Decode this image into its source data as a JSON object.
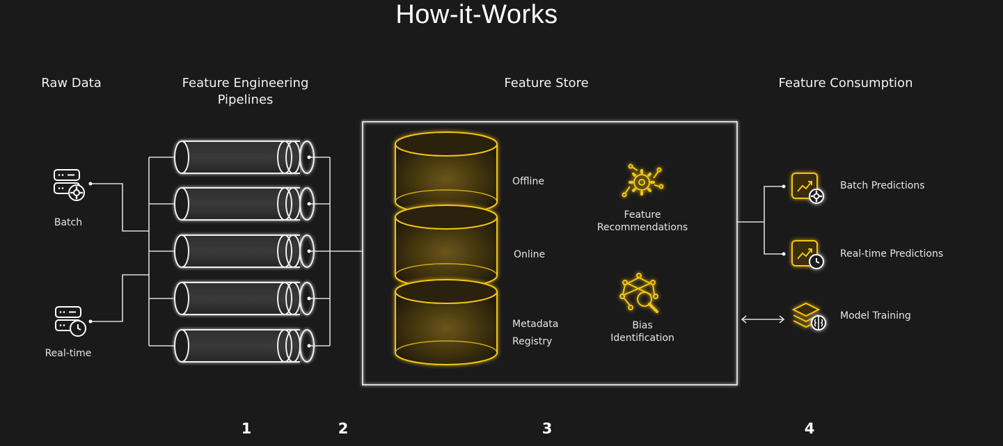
{
  "title": "How-it-Works",
  "columns": {
    "raw_data": "Raw Data",
    "feature_engineering": "Feature Engineering Pipelines",
    "feature_store": "Feature Store",
    "feature_consumption": "Feature Consumption"
  },
  "sources": {
    "batch": "Batch",
    "realtime": "Real-time"
  },
  "store": {
    "offline": "Offline",
    "online": "Online",
    "metadata": "Metadata",
    "registry": "Registry",
    "recommendations_l1": "Feature",
    "recommendations_l2": "Recommendations",
    "bias_l1": "Bias",
    "bias_l2": "Identification"
  },
  "consumption": {
    "batch_predictions": "Batch Predictions",
    "realtime_predictions": "Real-time Predictions",
    "model_training": "Model Training"
  },
  "steps": [
    "1",
    "2",
    "3",
    "4"
  ],
  "colors": {
    "background": "#1a1a1a",
    "line": "#ffffff",
    "accent": "#f5c518"
  },
  "icons": {
    "batch": "server-gear-icon",
    "realtime": "server-clock-icon",
    "recommendations": "gear-network-icon",
    "bias": "network-magnifier-icon",
    "batch_predictions": "chart-gear-icon",
    "realtime_predictions": "chart-clock-icon",
    "model_training": "layers-brain-icon"
  }
}
